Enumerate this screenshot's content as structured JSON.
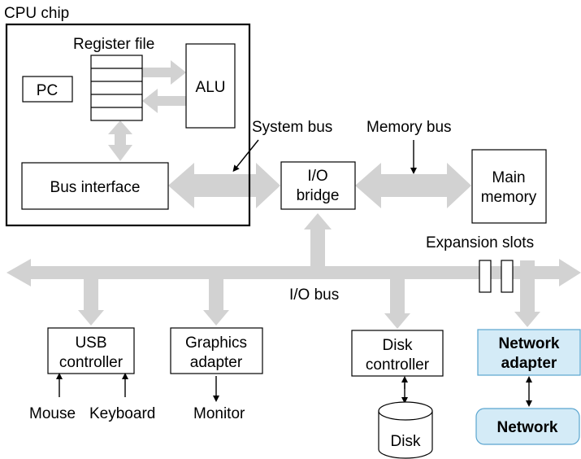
{
  "labels": {
    "cpu_chip": "CPU chip",
    "register_file": "Register file",
    "pc": "PC",
    "alu": "ALU",
    "bus_interface": "Bus interface",
    "system_bus": "System bus",
    "memory_bus": "Memory bus",
    "io_bridge_1": "I/O",
    "io_bridge_2": "bridge",
    "main_memory_1": "Main",
    "main_memory_2": "memory",
    "expansion_slots": "Expansion slots",
    "io_bus": "I/O bus",
    "usb_1": "USB",
    "usb_2": "controller",
    "graphics_1": "Graphics",
    "graphics_2": "adapter",
    "disk_ctrl_1": "Disk",
    "disk_ctrl_2": "controller",
    "network_adapter_1": "Network",
    "network_adapter_2": "adapter",
    "mouse": "Mouse",
    "keyboard": "Keyboard",
    "monitor": "Monitor",
    "disk": "Disk",
    "network": "Network"
  },
  "colors": {
    "bus": "#d2d2d2",
    "highlight_fill": "#d4ebf7",
    "highlight_stroke": "#5aa5cf"
  }
}
